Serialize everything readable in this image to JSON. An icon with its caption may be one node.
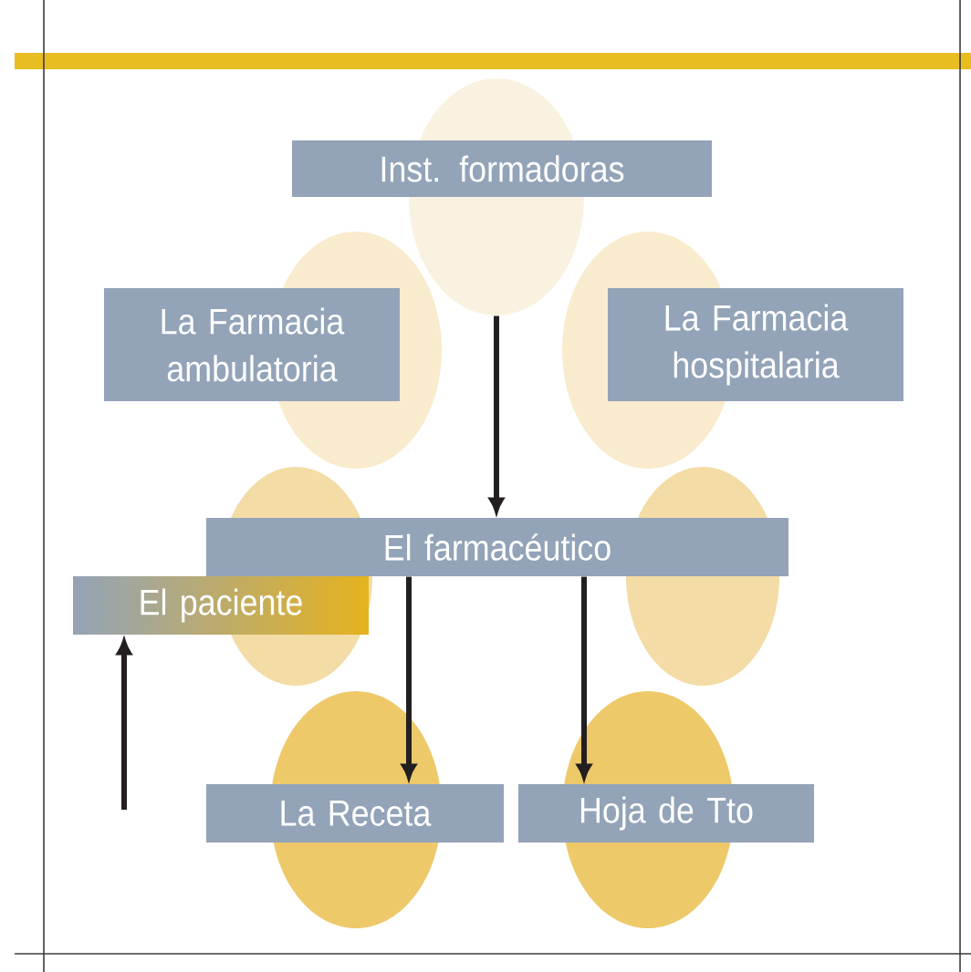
{
  "diagram": {
    "nodes": [
      {
        "text": [],
        "shape": "circle"
      },
      {
        "text": [
          "Inst. formadoras"
        ]
      },
      {
        "text": [
          "La Farmacia ambulatoria"
        ]
      },
      {
        "text": [
          "La Farmacia hospitalaria"
        ]
      },
      {
        "text": [
          "El farmacéutico"
        ]
      },
      {
        "text": [
          "El paciente"
        ]
      },
      {
        "text": [
          "La Receta"
        ]
      },
      {
        "text": [
          "Hoja de Tto"
        ]
      }
    ],
    "edges": [
      {
        "from": 0,
        "to": 4,
        "arrow": "to"
      },
      {
        "from": 4,
        "to": 6,
        "arrow": "to"
      },
      {
        "from": 4,
        "to": 7,
        "arrow": "to"
      },
      {
        "from": null,
        "to": 5,
        "arrow": "to"
      }
    ]
  }
}
